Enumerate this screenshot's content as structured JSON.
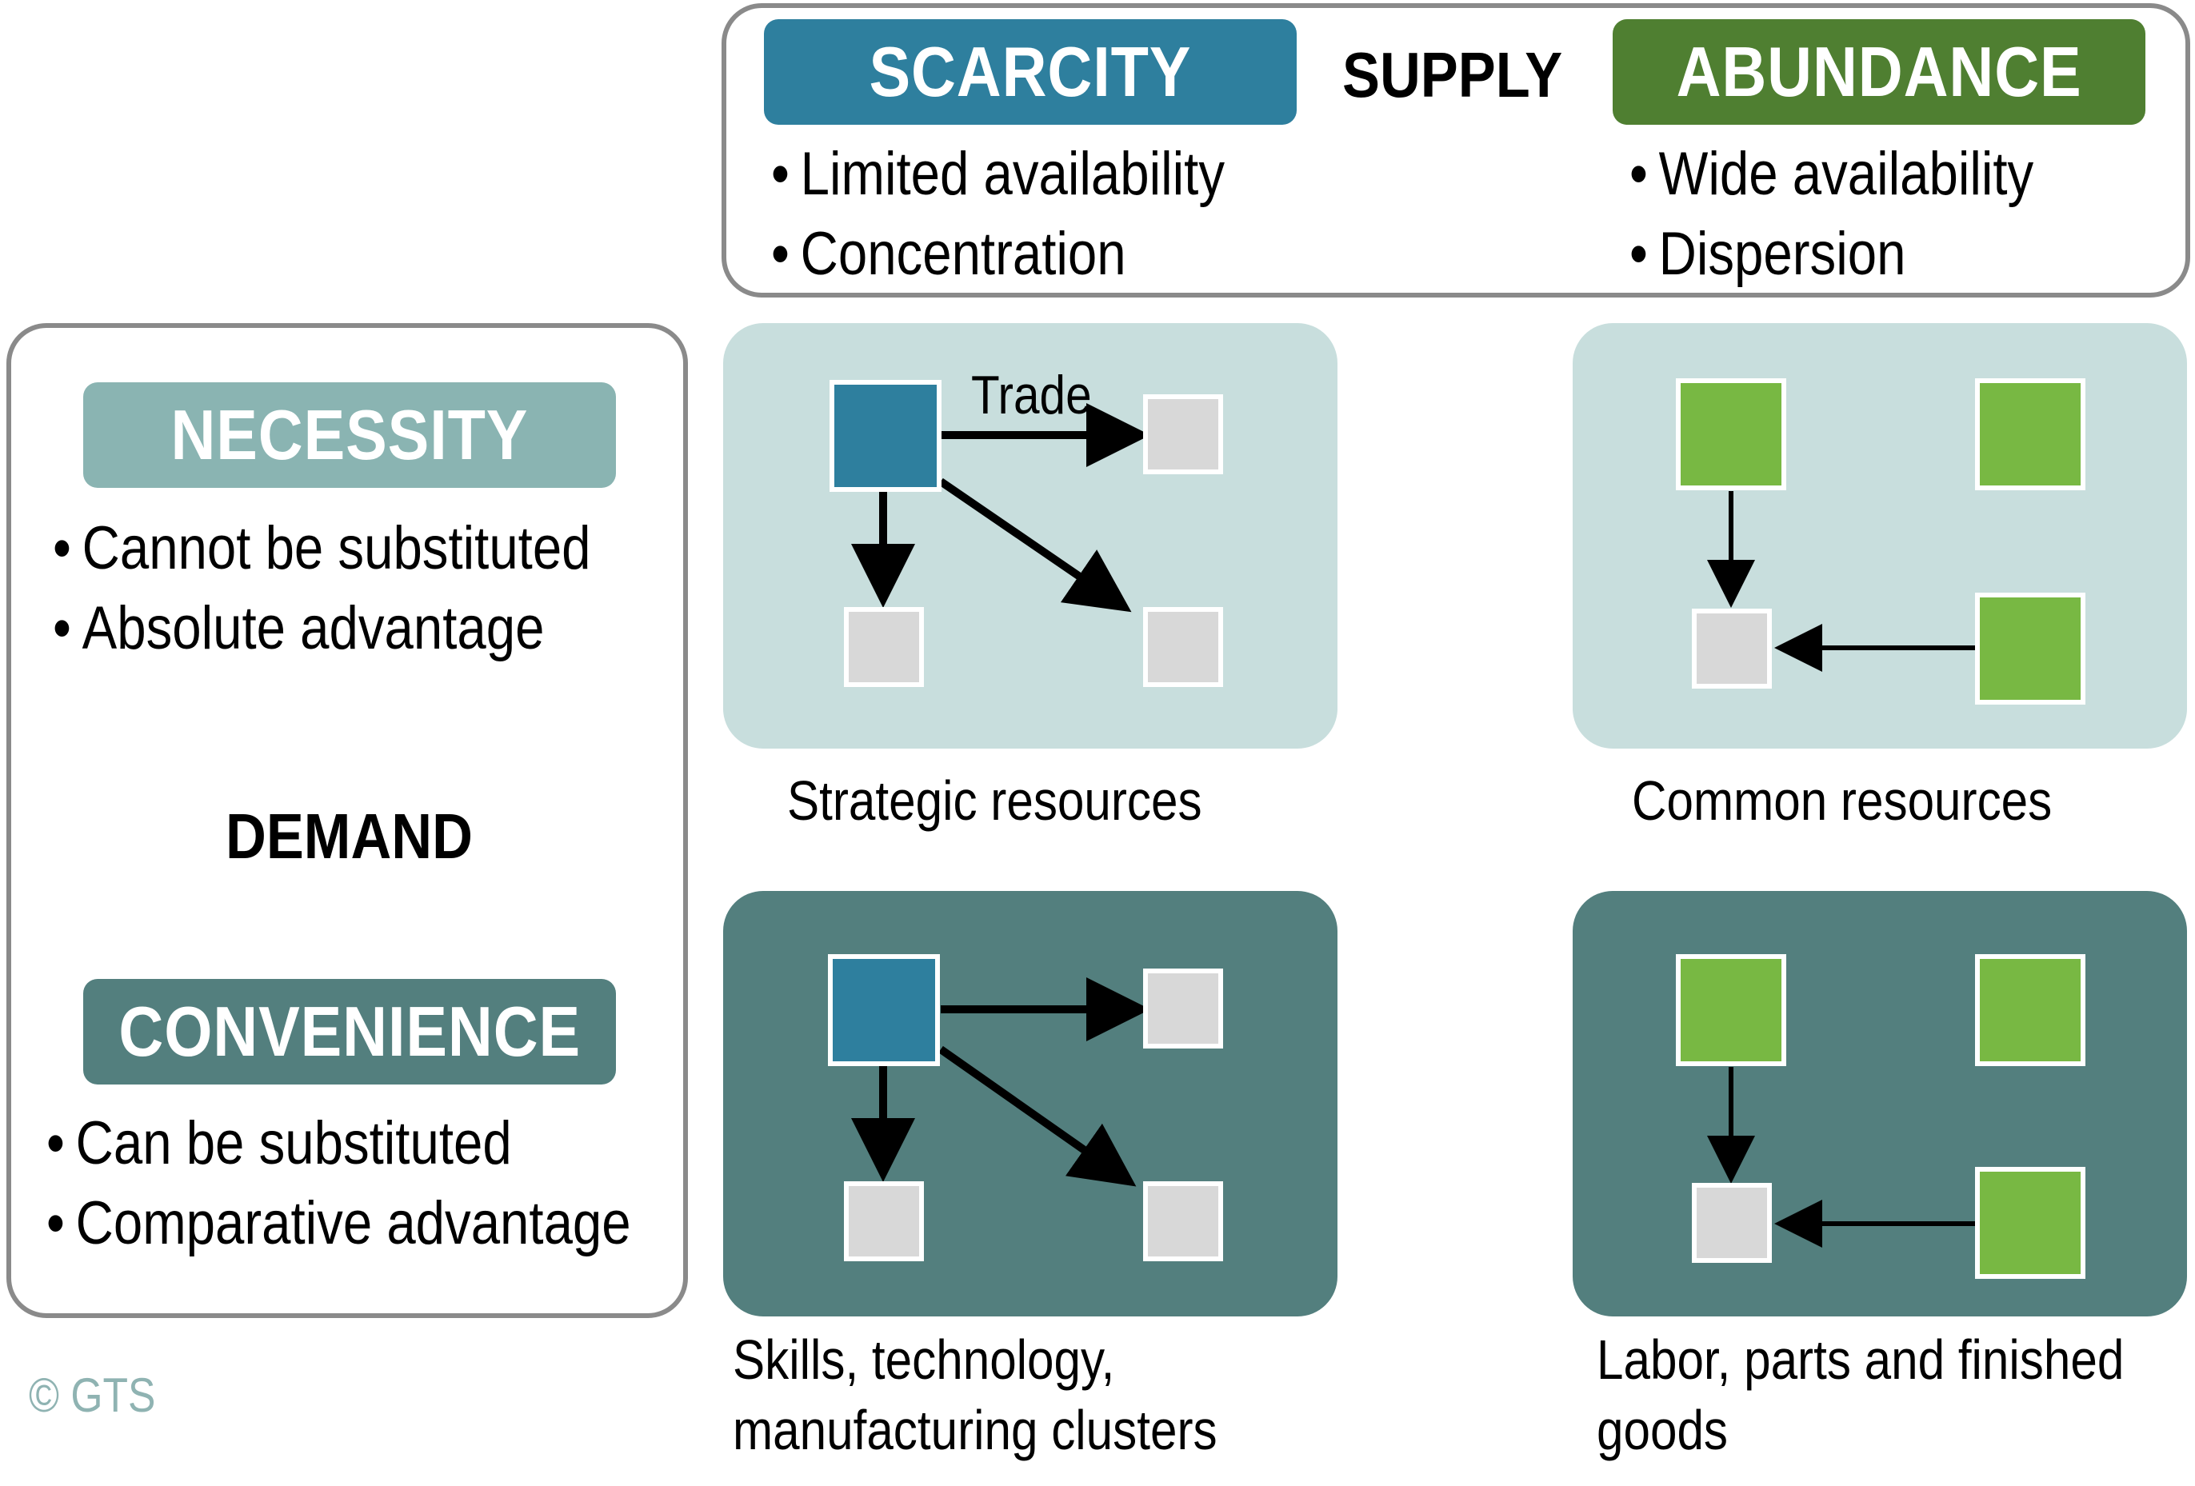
{
  "supply": {
    "title": "SUPPLY",
    "scarcity": {
      "label": "SCARCITY",
      "bullets": [
        "Limited availability",
        "Concentration"
      ]
    },
    "abundance": {
      "label": "ABUNDANCE",
      "bullets": [
        "Wide availability",
        "Dispersion"
      ]
    }
  },
  "demand": {
    "title": "DEMAND",
    "necessity": {
      "label": "NECESSITY",
      "bullets": [
        "Cannot be substituted",
        "Absolute advantage"
      ]
    },
    "convenience": {
      "label": "CONVENIENCE",
      "bullets": [
        "Can be substituted",
        "Comparative advantage"
      ]
    }
  },
  "quadrants": {
    "top_left": {
      "caption_lines": [
        "Strategic resources"
      ],
      "arrow_label": "Trade"
    },
    "top_right": {
      "caption_lines": [
        "Common resources"
      ]
    },
    "bottom_left": {
      "caption_lines": [
        "Skills, technology,",
        "manufacturing clusters"
      ]
    },
    "bottom_right": {
      "caption_lines": [
        "Labor, parts and finished",
        "goods"
      ]
    }
  },
  "bullet_glyph": "•",
  "copyright": "© GTS",
  "colors": {
    "scarcity": "#2e7f9e",
    "abundance": "#4f7f31",
    "necessity": "#8ab4b2",
    "convenience": "#537f7e",
    "quad_light": "#c8dedd",
    "quad_dark": "#537f7e",
    "source_blue": "#2e7f9e",
    "source_green": "#78b843",
    "target_gray": "#d8d8d8",
    "border": "#8a8a8a"
  }
}
